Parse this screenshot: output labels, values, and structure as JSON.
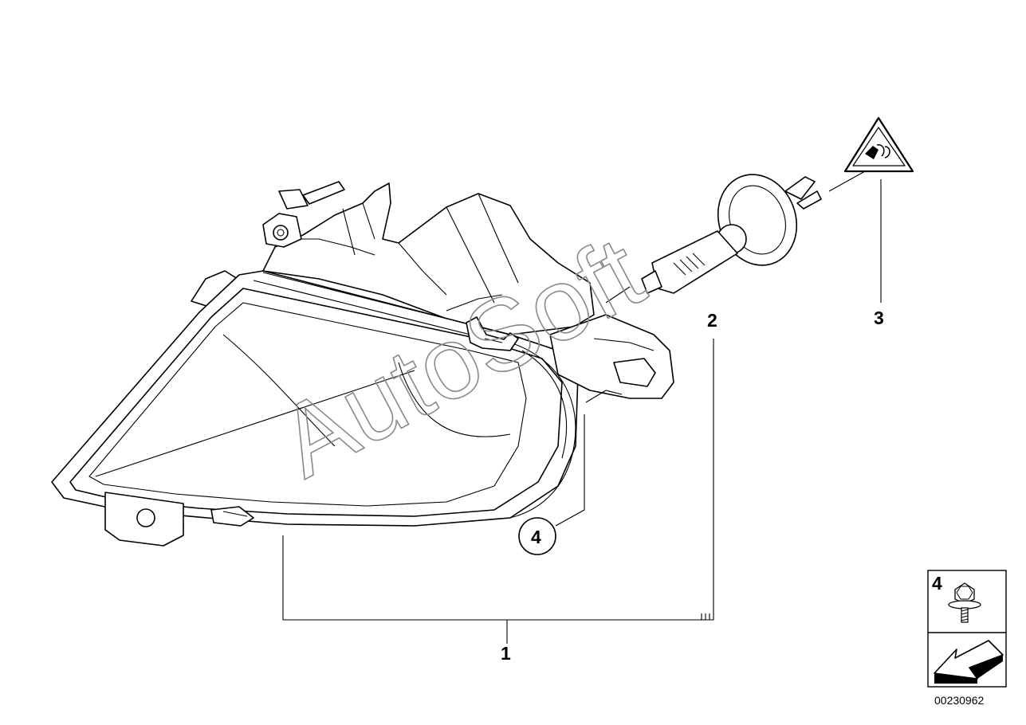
{
  "callouts": {
    "c1": "1",
    "c2": "2",
    "c3": "3",
    "c4": "4"
  },
  "legend": {
    "screw_label": "4"
  },
  "watermark": "AutoSoft",
  "diagram_number": "00230962",
  "colors": {
    "line": "#000000",
    "watermark": "#8a8a8a",
    "background": "#ffffff"
  },
  "icons": [
    "fog-lamp-housing",
    "halogen-bulb",
    "warning-triangle-icon",
    "screw-icon",
    "direction-arrow-icon"
  ]
}
